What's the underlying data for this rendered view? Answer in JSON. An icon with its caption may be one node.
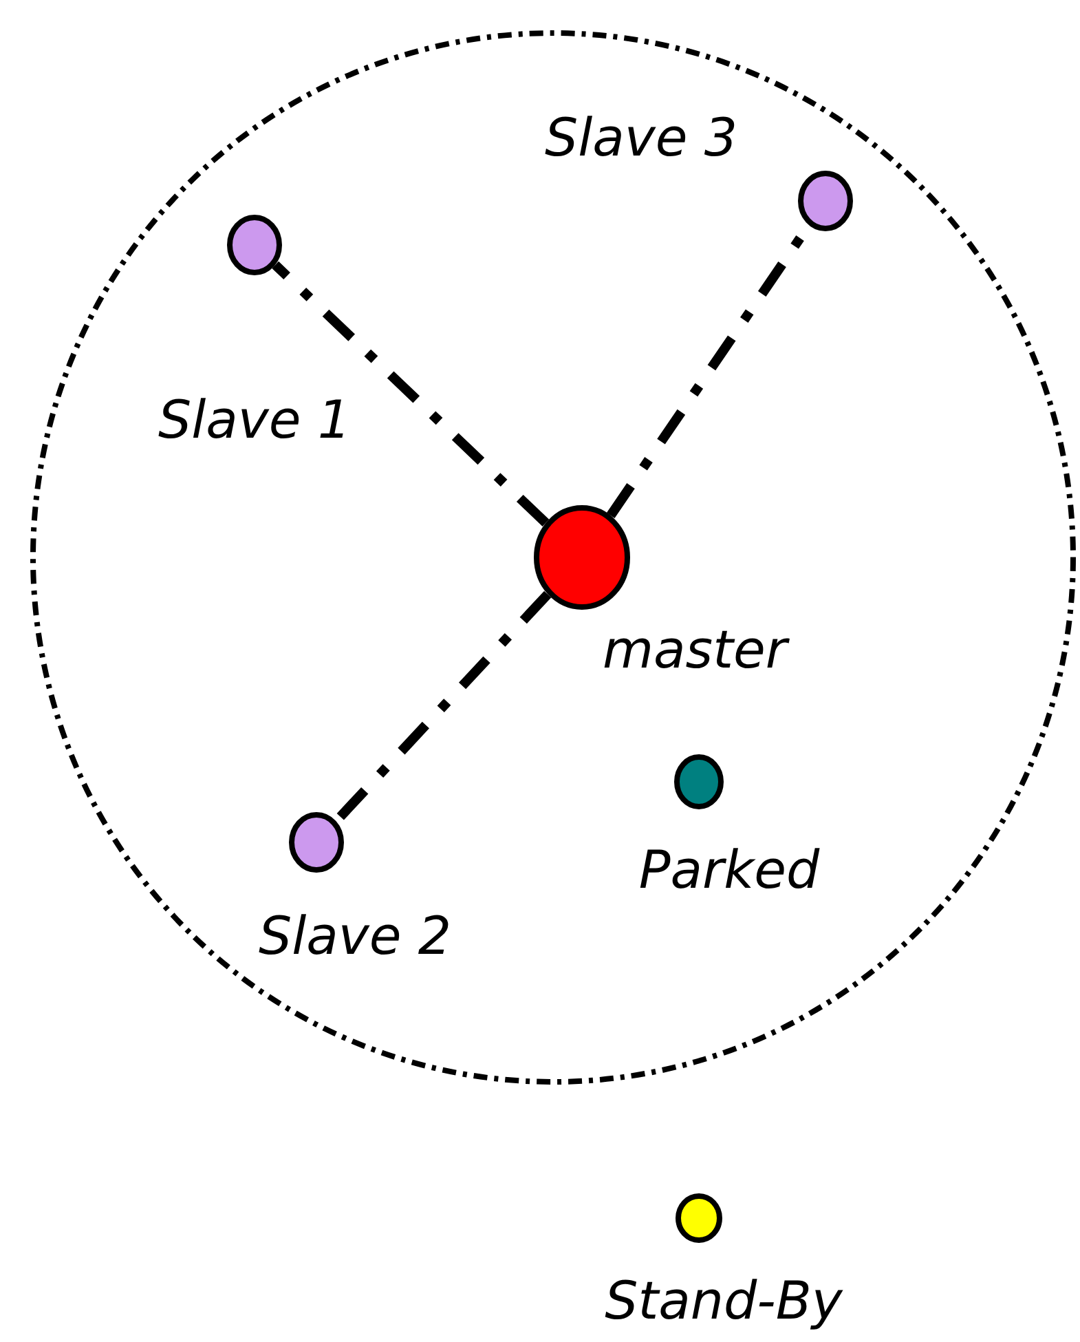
{
  "diagram": {
    "nodes": [
      {
        "text": [],
        "shape": "circle"
      },
      {
        "text": [],
        "shape": "circle",
        "in": 0,
        "beside": [
          "Slave 3"
        ]
      },
      {
        "text": [],
        "shape": "circle",
        "in": 0,
        "beside": [
          "Slave 1"
        ]
      },
      {
        "text": [],
        "shape": "circle",
        "in": 0,
        "beside": [
          "master"
        ]
      },
      {
        "text": [],
        "shape": "circle",
        "in": 0,
        "beside": [
          "Parked"
        ]
      },
      {
        "text": [],
        "shape": "circle",
        "in": 0,
        "beside": [
          "Slave 2"
        ]
      },
      {
        "text": [],
        "shape": "circle",
        "beside": [
          "Stand-By"
        ]
      }
    ],
    "edges": [
      {
        "from": 3,
        "to": 2,
        "arrow": "none"
      },
      {
        "from": 3,
        "to": 1,
        "arrow": "none"
      },
      {
        "from": 3,
        "to": 5,
        "arrow": "none"
      }
    ]
  }
}
